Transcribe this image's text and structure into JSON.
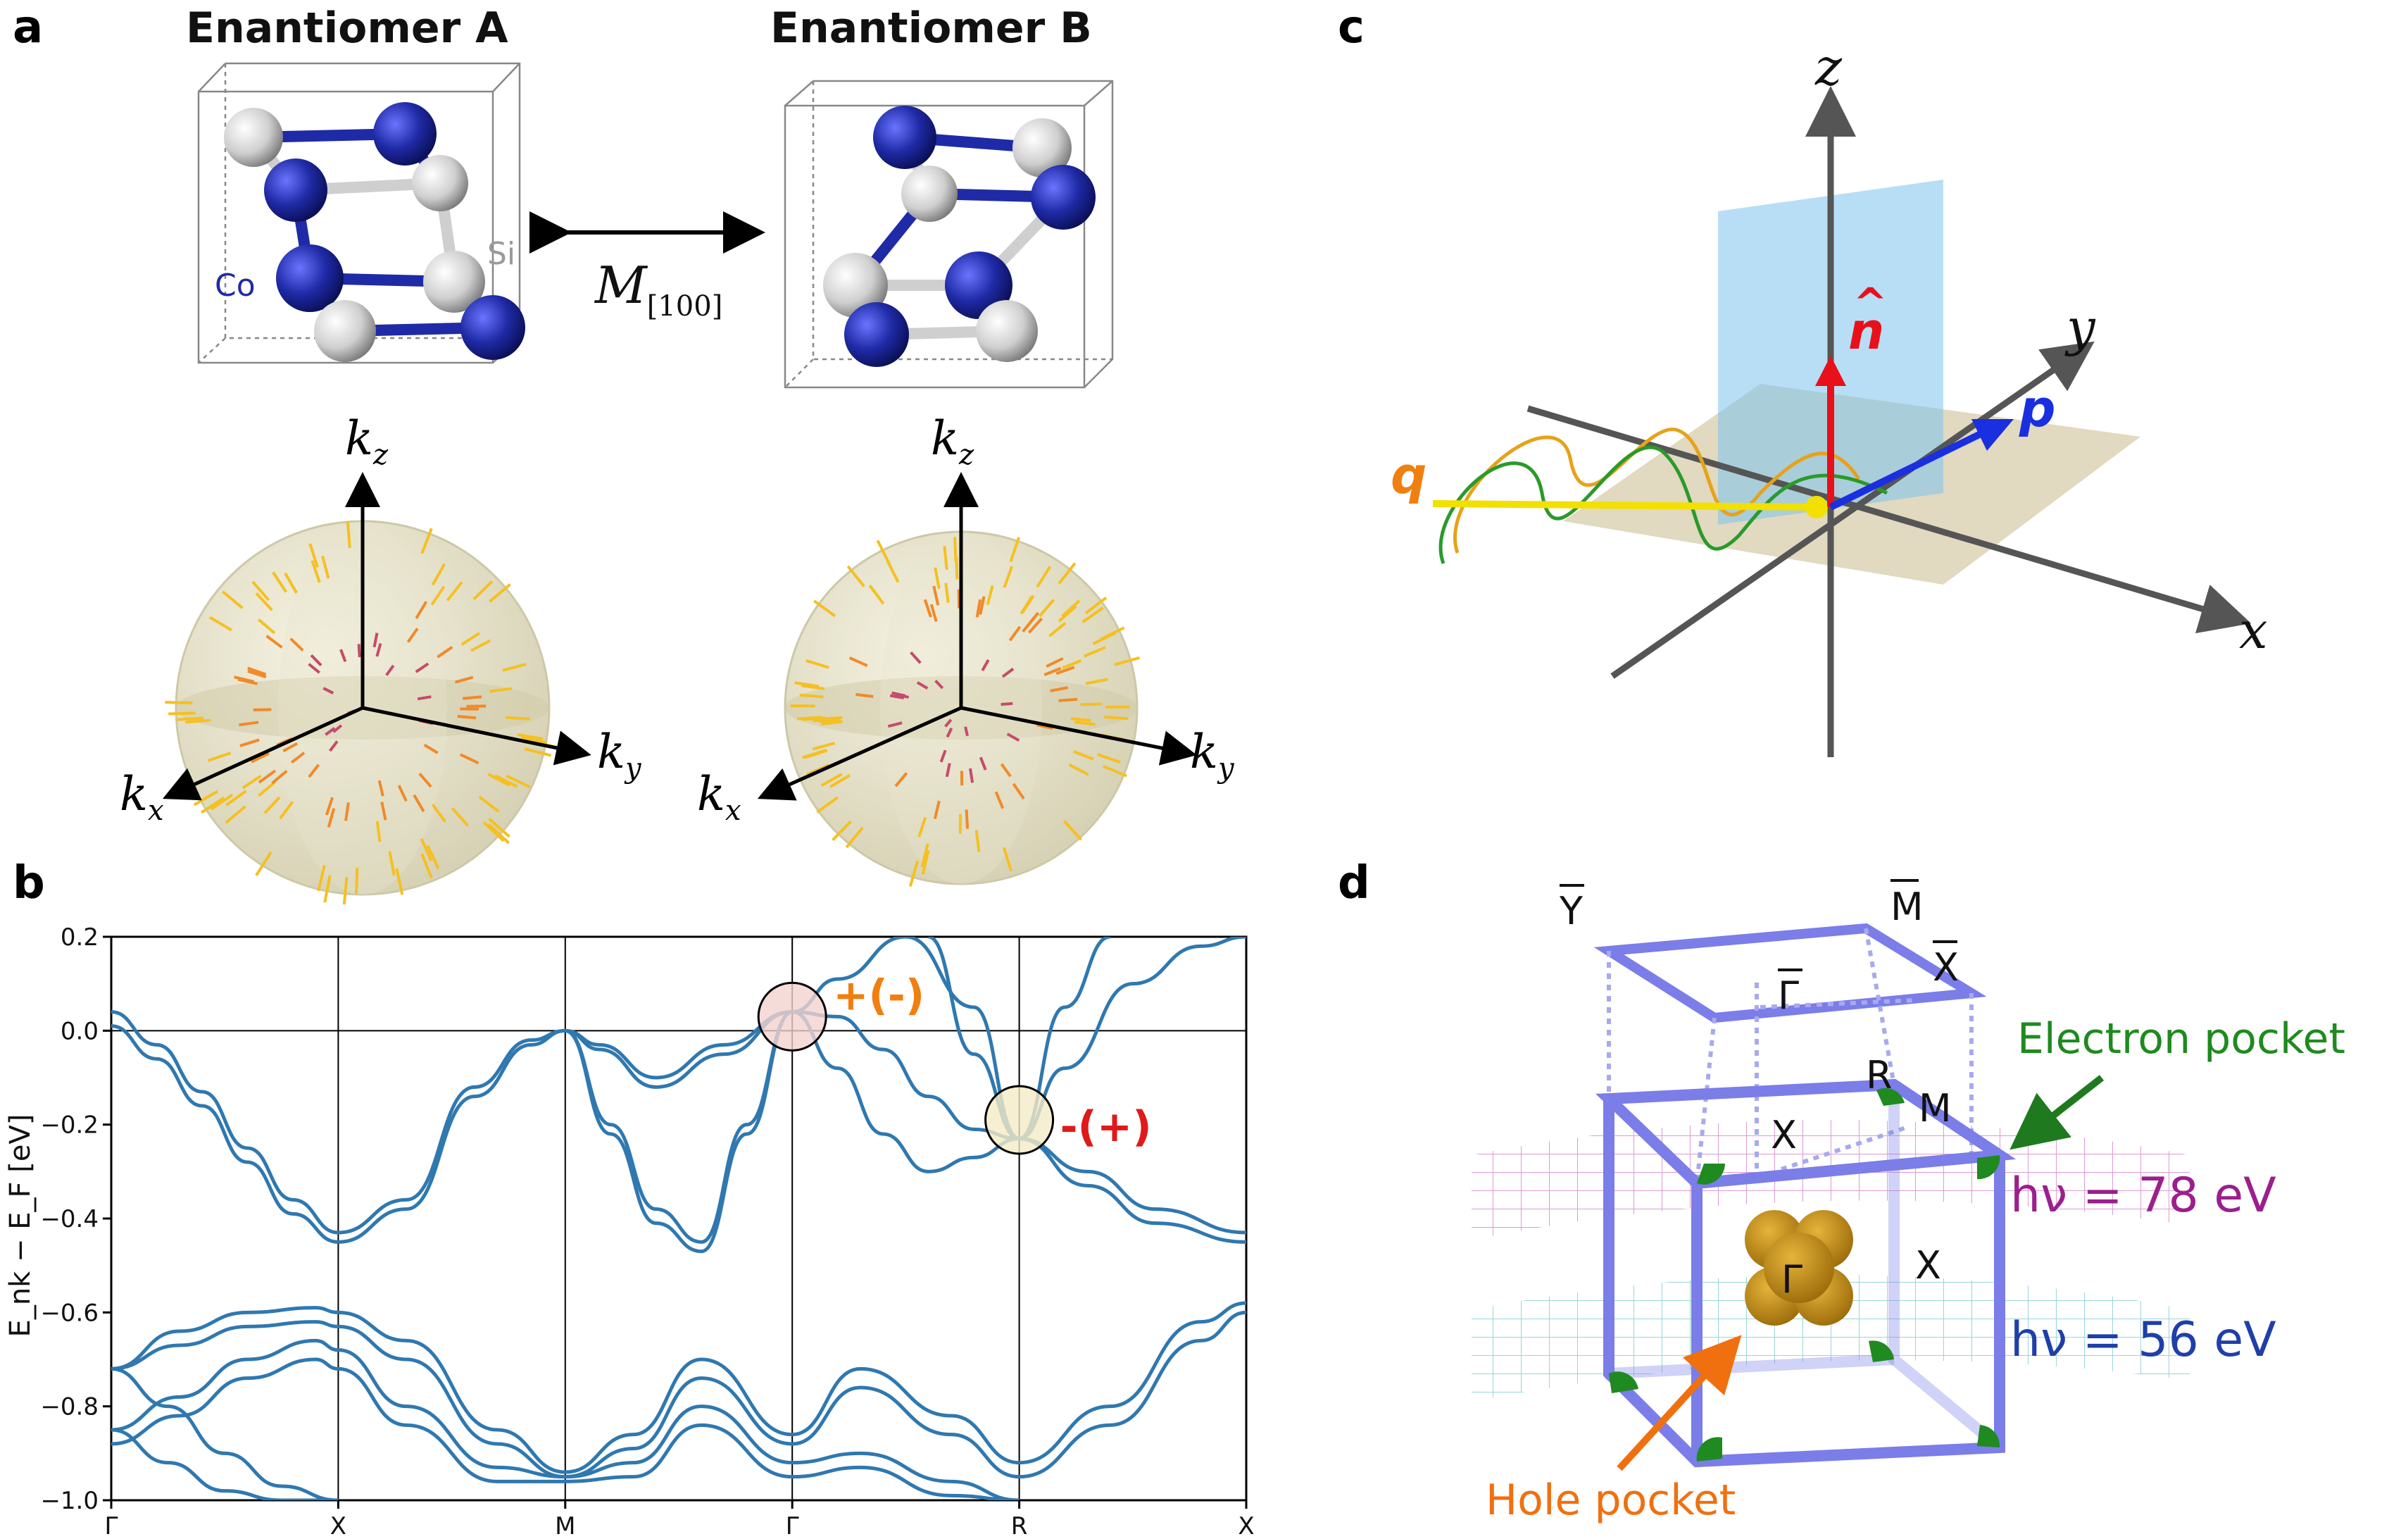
{
  "panels": {
    "a": "a",
    "b": "b",
    "c": "c",
    "d": "d"
  },
  "panel_a": {
    "enantiomer_a": "Enantiomer A",
    "enantiomer_b": "Enantiomer B",
    "atom_co": "Co",
    "atom_si": "Si",
    "mirror": "M",
    "mirror_sub": "[100]",
    "k_axes": {
      "kz": "k",
      "kz_sub": "z",
      "kx": "k",
      "kx_sub": "x",
      "ky": "k",
      "ky_sub": "y"
    },
    "colors": {
      "co": "#1f2aa6",
      "si": "#d8d8d8",
      "sphere": "#e7e2c8",
      "arrow_hot": "#f0a020"
    }
  },
  "panel_c": {
    "axes": {
      "x": "x",
      "y": "y",
      "z": "z"
    },
    "vec_n": "n",
    "vec_n_hat": "^",
    "vec_p": "p",
    "vec_q": "q",
    "colors": {
      "n": "#e8101a",
      "p": "#1a2fe0",
      "q": "#f07f10",
      "plane_v": "#7ec3ee",
      "plane_h": "#d9cfb0"
    }
  },
  "panel_d": {
    "labels": {
      "Ybar": "Y",
      "Mbar": "M",
      "Xbar": "X",
      "Gbar": "Γ",
      "R": "R",
      "M": "M",
      "X1": "X",
      "X2": "X",
      "G": "Γ"
    },
    "electron_pocket": "Electron pocket",
    "hole_pocket": "Hole pocket",
    "energy_78": "hν = 78 eV",
    "energy_56": "hν = 56 eV",
    "colors": {
      "electron": "#1f8a1f",
      "hole": "#f07010",
      "e78": "#9b1f8c",
      "e56": "#1f3fa8",
      "cube": "#7b7de8"
    }
  },
  "chart_data": {
    "type": "line",
    "ylabel": "E_nk − E_F [eV]",
    "ylim": [
      -1.0,
      0.2
    ],
    "yticks": [
      0.2,
      0.0,
      -0.2,
      -0.4,
      -0.6,
      -0.8,
      -1.0
    ],
    "ytick_labels": [
      "0.2",
      "0.0",
      "−0.2",
      "−0.4",
      "−0.6",
      "−0.8",
      "−1.0"
    ],
    "x_kpoints": [
      0,
      1,
      2,
      3,
      4,
      5
    ],
    "x_labels": [
      "Γ",
      "X",
      "M",
      "Γ",
      "R",
      "X"
    ],
    "annotations": [
      {
        "text": "+(-)",
        "k": 3.0,
        "E": 0.03,
        "color": "#f07f10"
      },
      {
        "text": "-(+)",
        "k": 4.0,
        "E": -0.19,
        "color": "#e01a1a"
      }
    ],
    "series": [
      {
        "x": [
          0,
          0.2,
          0.4,
          0.6,
          0.8,
          1.0,
          1.3,
          1.6,
          1.85,
          2.0,
          2.15,
          2.4,
          2.7,
          3.0
        ],
        "values": [
          0.04,
          -0.03,
          -0.13,
          -0.25,
          -0.36,
          -0.43,
          -0.36,
          -0.12,
          -0.02,
          0.0,
          -0.03,
          -0.1,
          -0.03,
          0.04
        ]
      },
      {
        "x": [
          0,
          0.2,
          0.4,
          0.6,
          0.8,
          1.0,
          1.3,
          1.6,
          1.85,
          2.0,
          2.15,
          2.4,
          2.7,
          3.0
        ],
        "values": [
          0.01,
          -0.06,
          -0.16,
          -0.28,
          -0.39,
          -0.45,
          -0.38,
          -0.14,
          -0.03,
          0.0,
          -0.04,
          -0.12,
          -0.05,
          0.04
        ]
      },
      {
        "x": [
          2.0,
          2.2,
          2.4,
          2.6,
          2.8,
          3.0
        ],
        "values": [
          0.0,
          -0.2,
          -0.38,
          -0.45,
          -0.2,
          0.04
        ]
      },
      {
        "x": [
          2.0,
          2.2,
          2.4,
          2.6,
          2.8,
          3.0
        ],
        "values": [
          0.0,
          -0.22,
          -0.41,
          -0.47,
          -0.22,
          0.04
        ]
      },
      {
        "x": [
          3.0,
          3.2,
          3.4,
          3.6,
          3.8,
          4.0,
          4.3,
          4.6,
          5.0
        ],
        "values": [
          0.04,
          0.03,
          -0.04,
          -0.14,
          -0.21,
          -0.23,
          -0.3,
          -0.38,
          -0.43
        ]
      },
      {
        "x": [
          3.0,
          3.2,
          3.4,
          3.6,
          3.8,
          4.0,
          4.3,
          4.6,
          5.0
        ],
        "values": [
          0.04,
          -0.08,
          -0.22,
          -0.3,
          -0.27,
          -0.23,
          -0.33,
          -0.41,
          -0.45
        ]
      },
      {
        "x": [
          3.0,
          3.2,
          3.5,
          3.8,
          4.0,
          4.2,
          4.4
        ],
        "values": [
          0.04,
          0.11,
          0.2,
          0.05,
          -0.23,
          0.05,
          0.2
        ]
      },
      {
        "x": [
          3.6,
          3.8,
          4.0,
          4.2,
          4.5,
          4.8,
          5.0
        ],
        "values": [
          0.2,
          -0.05,
          -0.23,
          -0.08,
          0.1,
          0.18,
          0.2
        ]
      },
      {
        "x": [
          0,
          0.3,
          0.6,
          0.9,
          1.0,
          1.3,
          1.7,
          2.0,
          2.3,
          2.6,
          3.0,
          3.3,
          3.7,
          4.0,
          4.4,
          4.8,
          5.0
        ],
        "values": [
          -0.72,
          -0.64,
          -0.6,
          -0.59,
          -0.6,
          -0.66,
          -0.85,
          -0.94,
          -0.86,
          -0.7,
          -0.86,
          -0.72,
          -0.82,
          -0.92,
          -0.8,
          -0.62,
          -0.58
        ]
      },
      {
        "x": [
          0,
          0.3,
          0.6,
          0.9,
          1.0,
          1.3,
          1.7,
          2.0,
          2.3,
          2.6,
          3.0,
          3.3,
          3.7,
          4.0,
          4.4,
          4.8,
          5.0
        ],
        "values": [
          -0.72,
          -0.67,
          -0.63,
          -0.62,
          -0.63,
          -0.7,
          -0.88,
          -0.95,
          -0.89,
          -0.74,
          -0.88,
          -0.76,
          -0.86,
          -0.95,
          -0.84,
          -0.66,
          -0.6
        ]
      },
      {
        "x": [
          0,
          0.3,
          0.6,
          0.9,
          1.0,
          1.3,
          1.7,
          2.0,
          2.3,
          2.6,
          3.0,
          3.3,
          3.7,
          4.0
        ],
        "values": [
          -0.85,
          -0.78,
          -0.7,
          -0.66,
          -0.68,
          -0.8,
          -0.93,
          -0.95,
          -0.92,
          -0.8,
          -0.92,
          -0.9,
          -0.96,
          -1.0
        ]
      },
      {
        "x": [
          0,
          0.3,
          0.6,
          0.9,
          1.0,
          1.3,
          1.7,
          2.0,
          2.3,
          2.6,
          3.0,
          3.3,
          3.7,
          4.0
        ],
        "values": [
          -0.88,
          -0.82,
          -0.74,
          -0.7,
          -0.72,
          -0.84,
          -0.96,
          -0.96,
          -0.95,
          -0.84,
          -0.95,
          -0.93,
          -0.99,
          -1.0
        ]
      },
      {
        "x": [
          0,
          0.25,
          0.5,
          0.75,
          1.0
        ],
        "values": [
          -0.72,
          -0.8,
          -0.9,
          -0.97,
          -1.0
        ]
      },
      {
        "x": [
          0,
          0.25,
          0.5,
          0.75,
          1.0
        ],
        "values": [
          -0.85,
          -0.92,
          -0.98,
          -1.0,
          -1.0
        ]
      }
    ]
  }
}
